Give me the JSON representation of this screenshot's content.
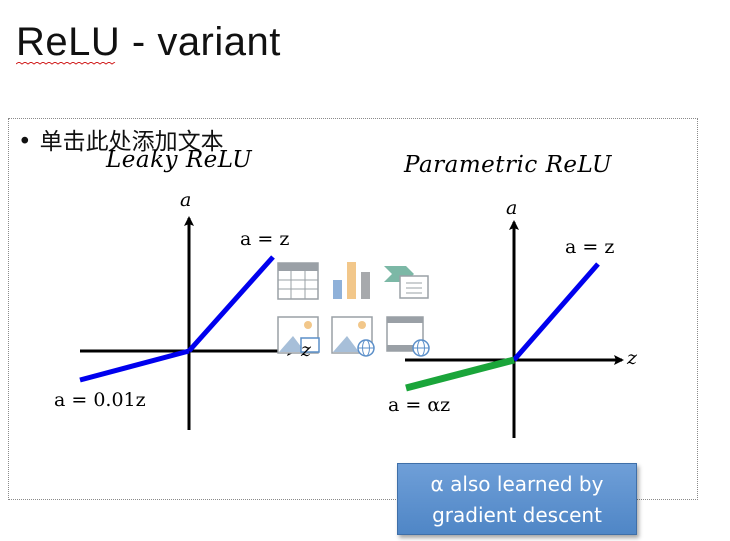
{
  "slide": {
    "title": "ReLU - variant",
    "bullet": "单击此处添加文本"
  },
  "leaky": {
    "title": "Leaky ReLU",
    "y_axis": "a",
    "x_axis": "z",
    "pos_label": "a = z",
    "neg_label": "a = 0.01z",
    "neg_slope": 0.01
  },
  "parametric": {
    "title": "Parametric ReLU",
    "y_axis": "a",
    "x_axis": "z",
    "pos_label": "a = z",
    "neg_label": "a = αz"
  },
  "callout": {
    "line1": "α also learned by",
    "line2": "gradient descent"
  },
  "colors": {
    "positive_line": "#0000ee",
    "negative_line_leaky": "#0000ee",
    "negative_line_parametric": "#1aa53a",
    "callout_bg": "#5a8fd0"
  },
  "icons": [
    "table-icon",
    "chart-icon",
    "smartart-icon",
    "picture-icon",
    "online-picture-icon",
    "video-icon"
  ]
}
